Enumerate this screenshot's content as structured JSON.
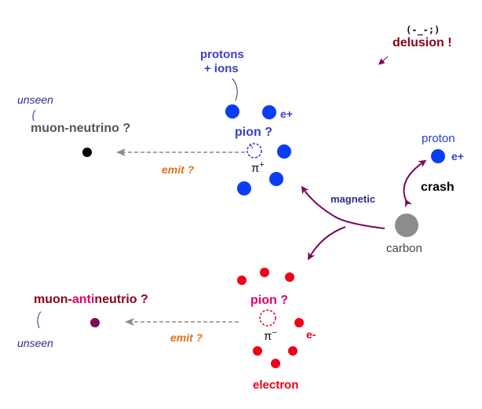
{
  "face": "(-_-;)",
  "delusion": "delusion !",
  "protons_ions_1": "protons",
  "protons_ions_2": "+ ions",
  "unseen_top": "unseen",
  "muon_neutrino": "muon-neutrino ?",
  "pion_top": "pion ?",
  "pi_plus": "π",
  "pi_plus_sign": "+",
  "emit_top": "emit ?",
  "e_plus_1": "e+",
  "proton": "proton",
  "e_plus_2": "e+",
  "crash": "crash",
  "magnetic": "magnetic",
  "carbon": "carbon",
  "muon_antineutrino_a": "muon-",
  "muon_antineutrino_b": "anti",
  "muon_antineutrino_c": "neutrio ?",
  "pion_bottom": "pion ?",
  "pi_minus": "π",
  "pi_minus_sign": "−",
  "e_minus": "e-",
  "emit_bottom": "emit ?",
  "unseen_bottom": "unseen",
  "electron": "electron",
  "colors": {
    "blue": "#0a3ef5",
    "red": "#f0001a",
    "purple_arrow": "#7a0a5e",
    "dashed_arrow": "#8a8a8a",
    "carbon": "#8c8c8c",
    "neutrino": "#000000",
    "antineutrino": "#7d0a5a"
  }
}
